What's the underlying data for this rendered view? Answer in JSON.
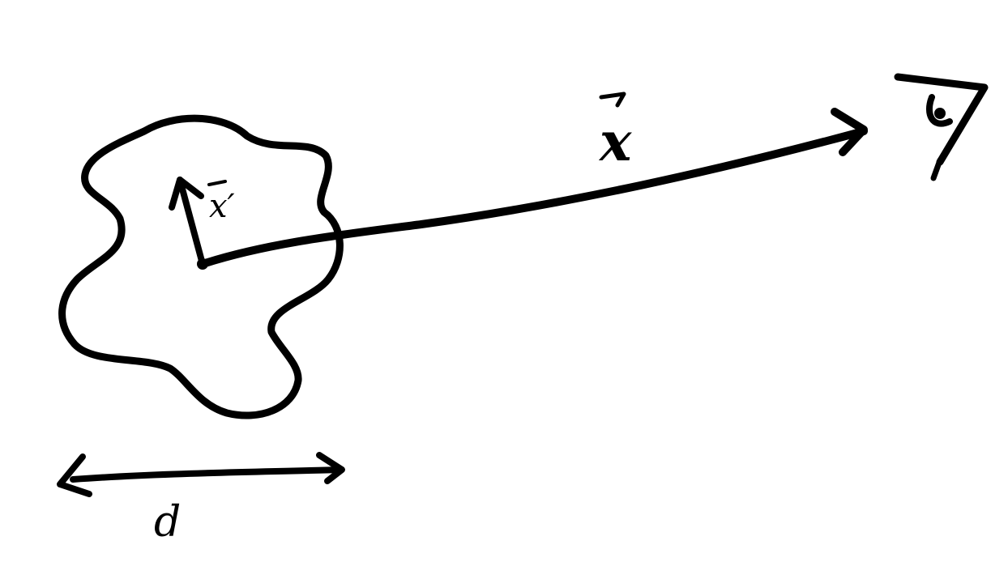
{
  "labels": {
    "source_position": "x′",
    "observer_position": "x",
    "size": "d"
  },
  "icons": {
    "source_region": "blob-icon",
    "observer": "eye-icon"
  },
  "colors": {
    "ink": "#000000",
    "background": "#ffffff"
  }
}
